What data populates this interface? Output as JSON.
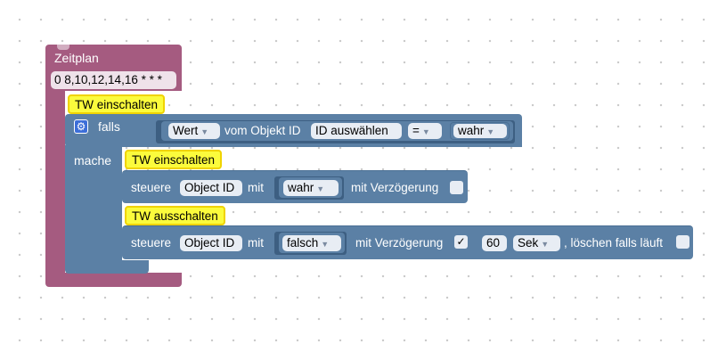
{
  "colors": {
    "schedule": "#a55b80",
    "control": "#5b80a5",
    "comment": "#fbfb3c"
  },
  "schedule": {
    "title": "Zeitplan",
    "cron": "0 8,10,12,14,16 * * *"
  },
  "comments": {
    "outer": "TW einschalten",
    "inner_on": "TW einschalten",
    "inner_off": "TW ausschalten"
  },
  "if_block": {
    "falls": "falls",
    "mache": "mache",
    "gear_icon": "settings-gear-icon",
    "value_dropdown": "Wert",
    "from_object": "vom Objekt ID",
    "id_select": "ID auswählen",
    "operator": "=",
    "compare_value": "wahr"
  },
  "control_on": {
    "verb": "steuere",
    "object_field": "Object ID",
    "with": "mit",
    "value": "wahr",
    "delay_label": "mit Verzögerung",
    "delay_checked": false
  },
  "control_off": {
    "verb": "steuere",
    "object_field": "Object ID",
    "with": "mit",
    "value": "falsch",
    "delay_label": "mit Verzögerung",
    "delay_checked": true,
    "delay_checkmark": "✓",
    "delay_amount": "60",
    "delay_unit": "Sek",
    "clear_label": ", löschen falls läuft",
    "clear_checked": false
  }
}
